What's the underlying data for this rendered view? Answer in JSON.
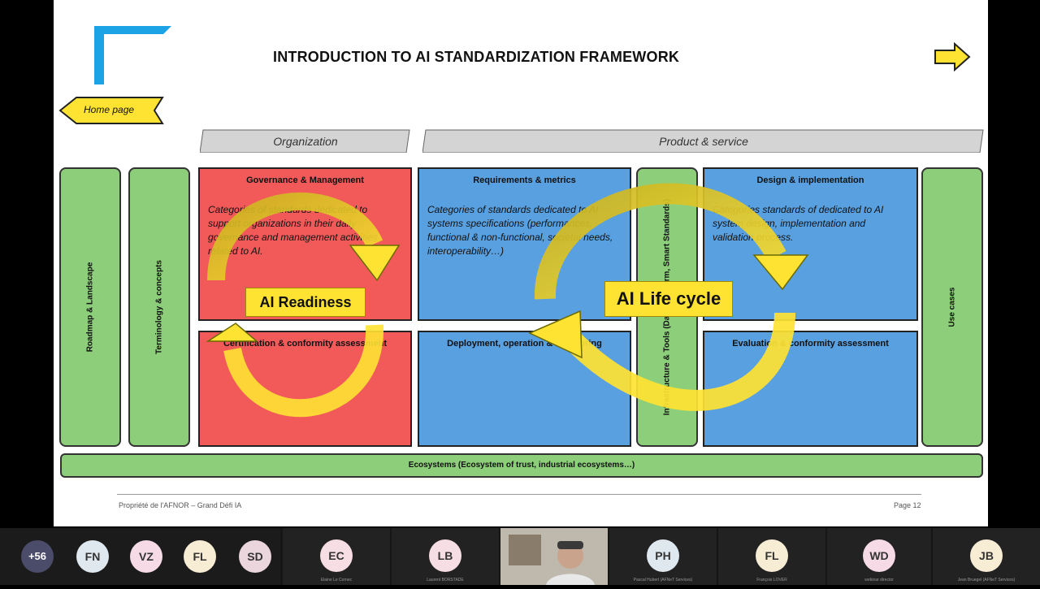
{
  "slide": {
    "title": "INTRODUCTION TO AI STANDARDIZATION FRAMEWORK",
    "home_label": "Home page",
    "headers": {
      "organization": "Organization",
      "product": "Product & service"
    },
    "columns": {
      "roadmap": "Roadmap & Landscape",
      "terminology": "Terminology & concepts",
      "infrastructure": "Infrastructure & Tools (Data, Platform, Smart Standards)",
      "use_cases": "Use cases"
    },
    "boxes": {
      "governance": {
        "title": "Governance & Management",
        "desc": "Categories of standards dedicated to support organizations in their daily governance and management activities related to AI."
      },
      "certification": {
        "title": "Certification & conformity assessment"
      },
      "requirements": {
        "title": "Requirements & metrics",
        "desc": "Categories of standards dedicated to AI systems specifications (performances, functional & non-functional, societal needs, interoperability…)"
      },
      "deployment": {
        "title": "Deployment, operation & monitoring"
      },
      "design": {
        "title": "Design & implementation",
        "desc": "Categories standards of dedicated to AI system design, implementation and validation process."
      },
      "evaluation": {
        "title": "Evaluation & conformity assessment"
      }
    },
    "ecosystems": "Ecosystems (Ecosystem of trust, industrial ecosystems…)",
    "badges": {
      "readiness": "AI Readiness",
      "lifecycle": "AI Life cycle"
    },
    "footer": {
      "left": "Propriété de l'AFNOR – Grand Défi IA",
      "right": "Page 12"
    },
    "colors": {
      "red_box": "#f25a5a",
      "blue_box": "#59a0e0",
      "green_box": "#8cce7a",
      "arrow_yellow": "#ffe333",
      "accent_blue": "#1ba3e6"
    }
  },
  "participants": [
    {
      "initials": "+56",
      "name": ""
    },
    {
      "initials": "FN",
      "name": ""
    },
    {
      "initials": "VZ",
      "name": ""
    },
    {
      "initials": "FL",
      "name": ""
    },
    {
      "initials": "SD",
      "name": ""
    },
    {
      "initials": "EC",
      "name": "Elaine Le Cornec"
    },
    {
      "initials": "LB",
      "name": "Laurent BORSTADE"
    },
    {
      "initials": "",
      "name": ""
    },
    {
      "initials": "PH",
      "name": "Pascal Hubert (AFNeT Services)"
    },
    {
      "initials": "FL",
      "name": "François LOVER"
    },
    {
      "initials": "WD",
      "name": "webinar director"
    },
    {
      "initials": "JB",
      "name": "Jean Bruegel (AFNeT Services)"
    }
  ]
}
